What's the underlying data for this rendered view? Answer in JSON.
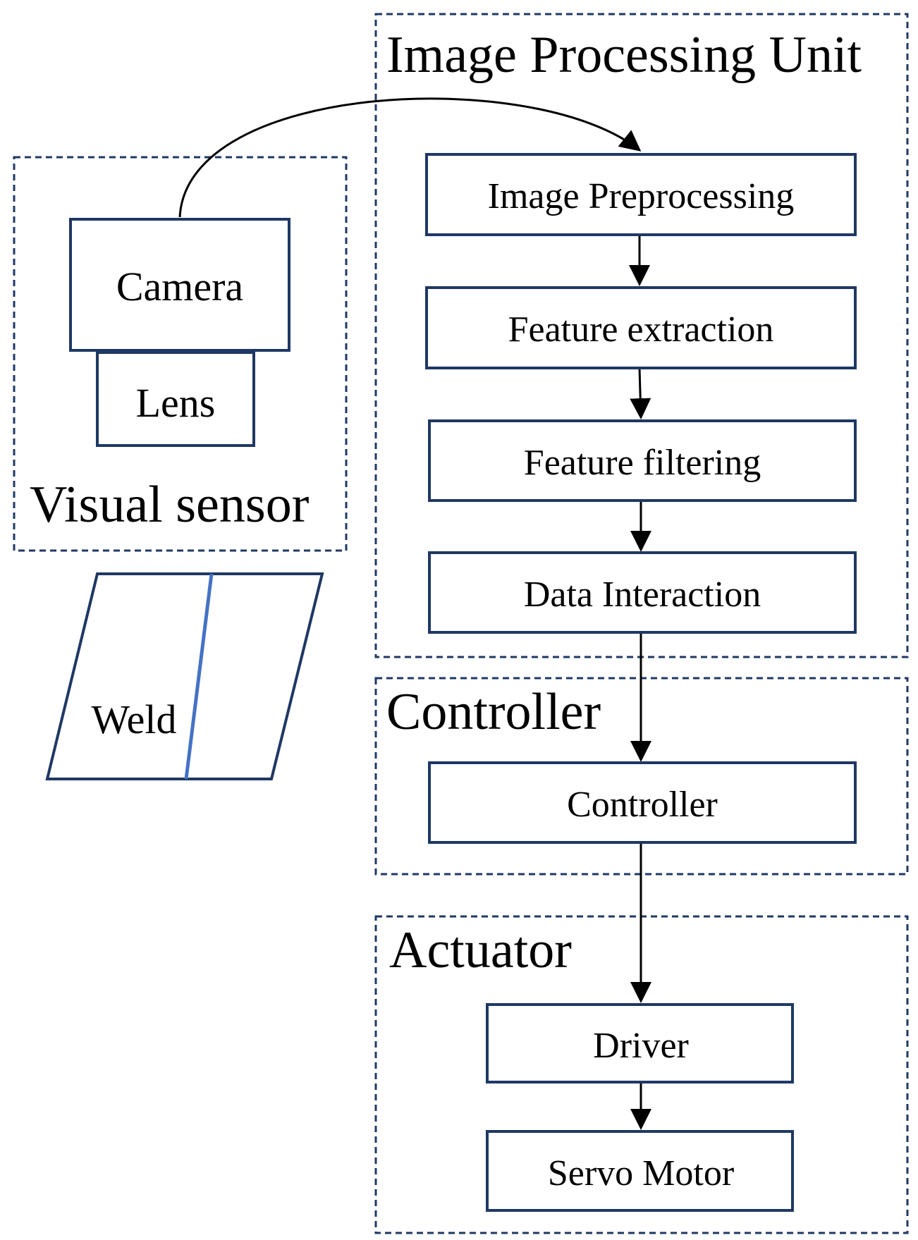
{
  "groups": {
    "image_processing": {
      "title": "Image Processing Unit"
    },
    "visual_sensor": {
      "title": "Visual sensor"
    },
    "controller": {
      "title": "Controller"
    },
    "actuator": {
      "title": "Actuator"
    }
  },
  "nodes": {
    "camera": "Camera",
    "lens": "Lens",
    "weld": "Weld",
    "image_preprocessing": "Image Preprocessing",
    "feature_extraction": "Feature extraction",
    "feature_filtering": "Feature filtering",
    "data_interaction": "Data Interaction",
    "controller": "Controller",
    "driver": "Driver",
    "servo_motor": "Servo Motor"
  },
  "edges": [
    {
      "from": "camera",
      "to": "image_preprocessing"
    },
    {
      "from": "image_preprocessing",
      "to": "feature_extraction"
    },
    {
      "from": "feature_extraction",
      "to": "feature_filtering"
    },
    {
      "from": "feature_filtering",
      "to": "data_interaction"
    },
    {
      "from": "data_interaction",
      "to": "controller"
    },
    {
      "from": "controller",
      "to": "driver"
    },
    {
      "from": "driver",
      "to": "servo_motor"
    }
  ],
  "colors": {
    "box_stroke": "#1F3864",
    "weld_seam": "#4472C4",
    "arrow": "#000000"
  }
}
